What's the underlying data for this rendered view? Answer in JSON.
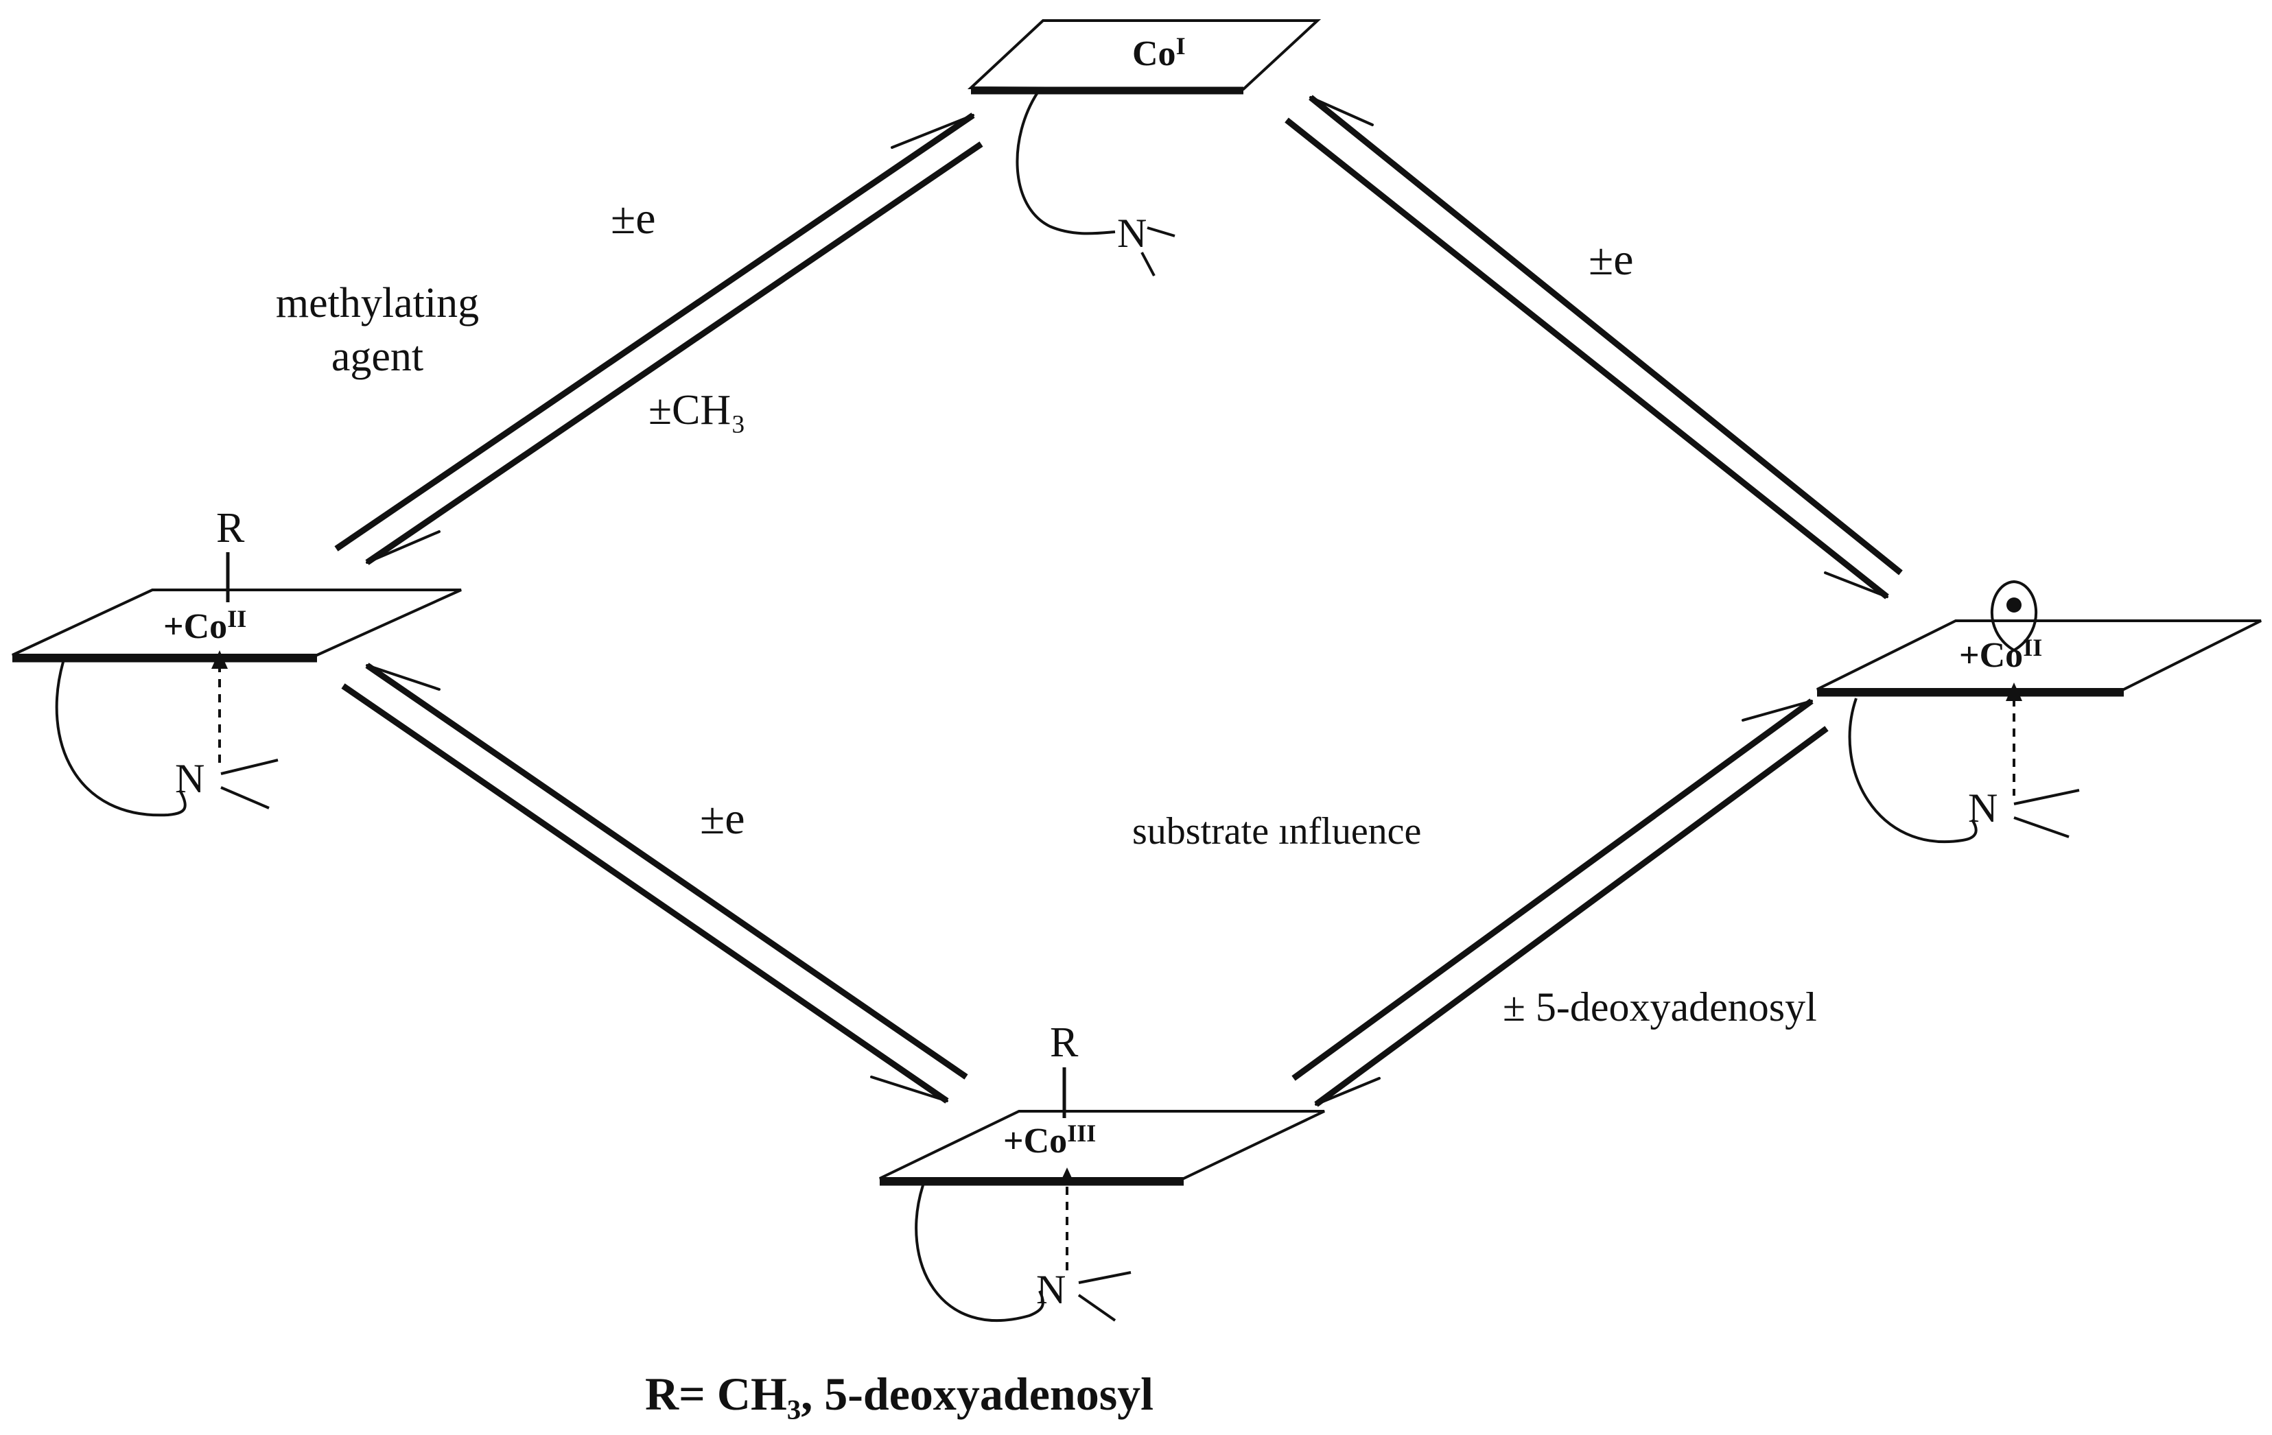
{
  "nodes": {
    "co1": {
      "label": "Co",
      "ox": "I"
    },
    "co2_alkyl": {
      "R": "R",
      "label": "+Co",
      "ox": "II",
      "N": "N"
    },
    "co2_radical": {
      "label": "+Co",
      "ox": "II",
      "N": "N"
    },
    "co3": {
      "R": "R",
      "label": "+Co",
      "ox": "III",
      "N": "N"
    },
    "co1_N": "N"
  },
  "labels": {
    "pm_e_topleft": "±e",
    "methylating_line1": "methylating",
    "methylating_line2": "agent",
    "pm_ch3": "±CH₃",
    "pm_e_topright": "±e",
    "pm_e_bottomleft": "±e",
    "substrate_influence": "substrate ınfluence",
    "pm_deoxyadenosyl": "± 5-deoxyadenosyl"
  },
  "footer": "R= CH₃, 5-deoxyadenosyl",
  "colors": {
    "ink": "#111111",
    "background": "#ffffff"
  }
}
